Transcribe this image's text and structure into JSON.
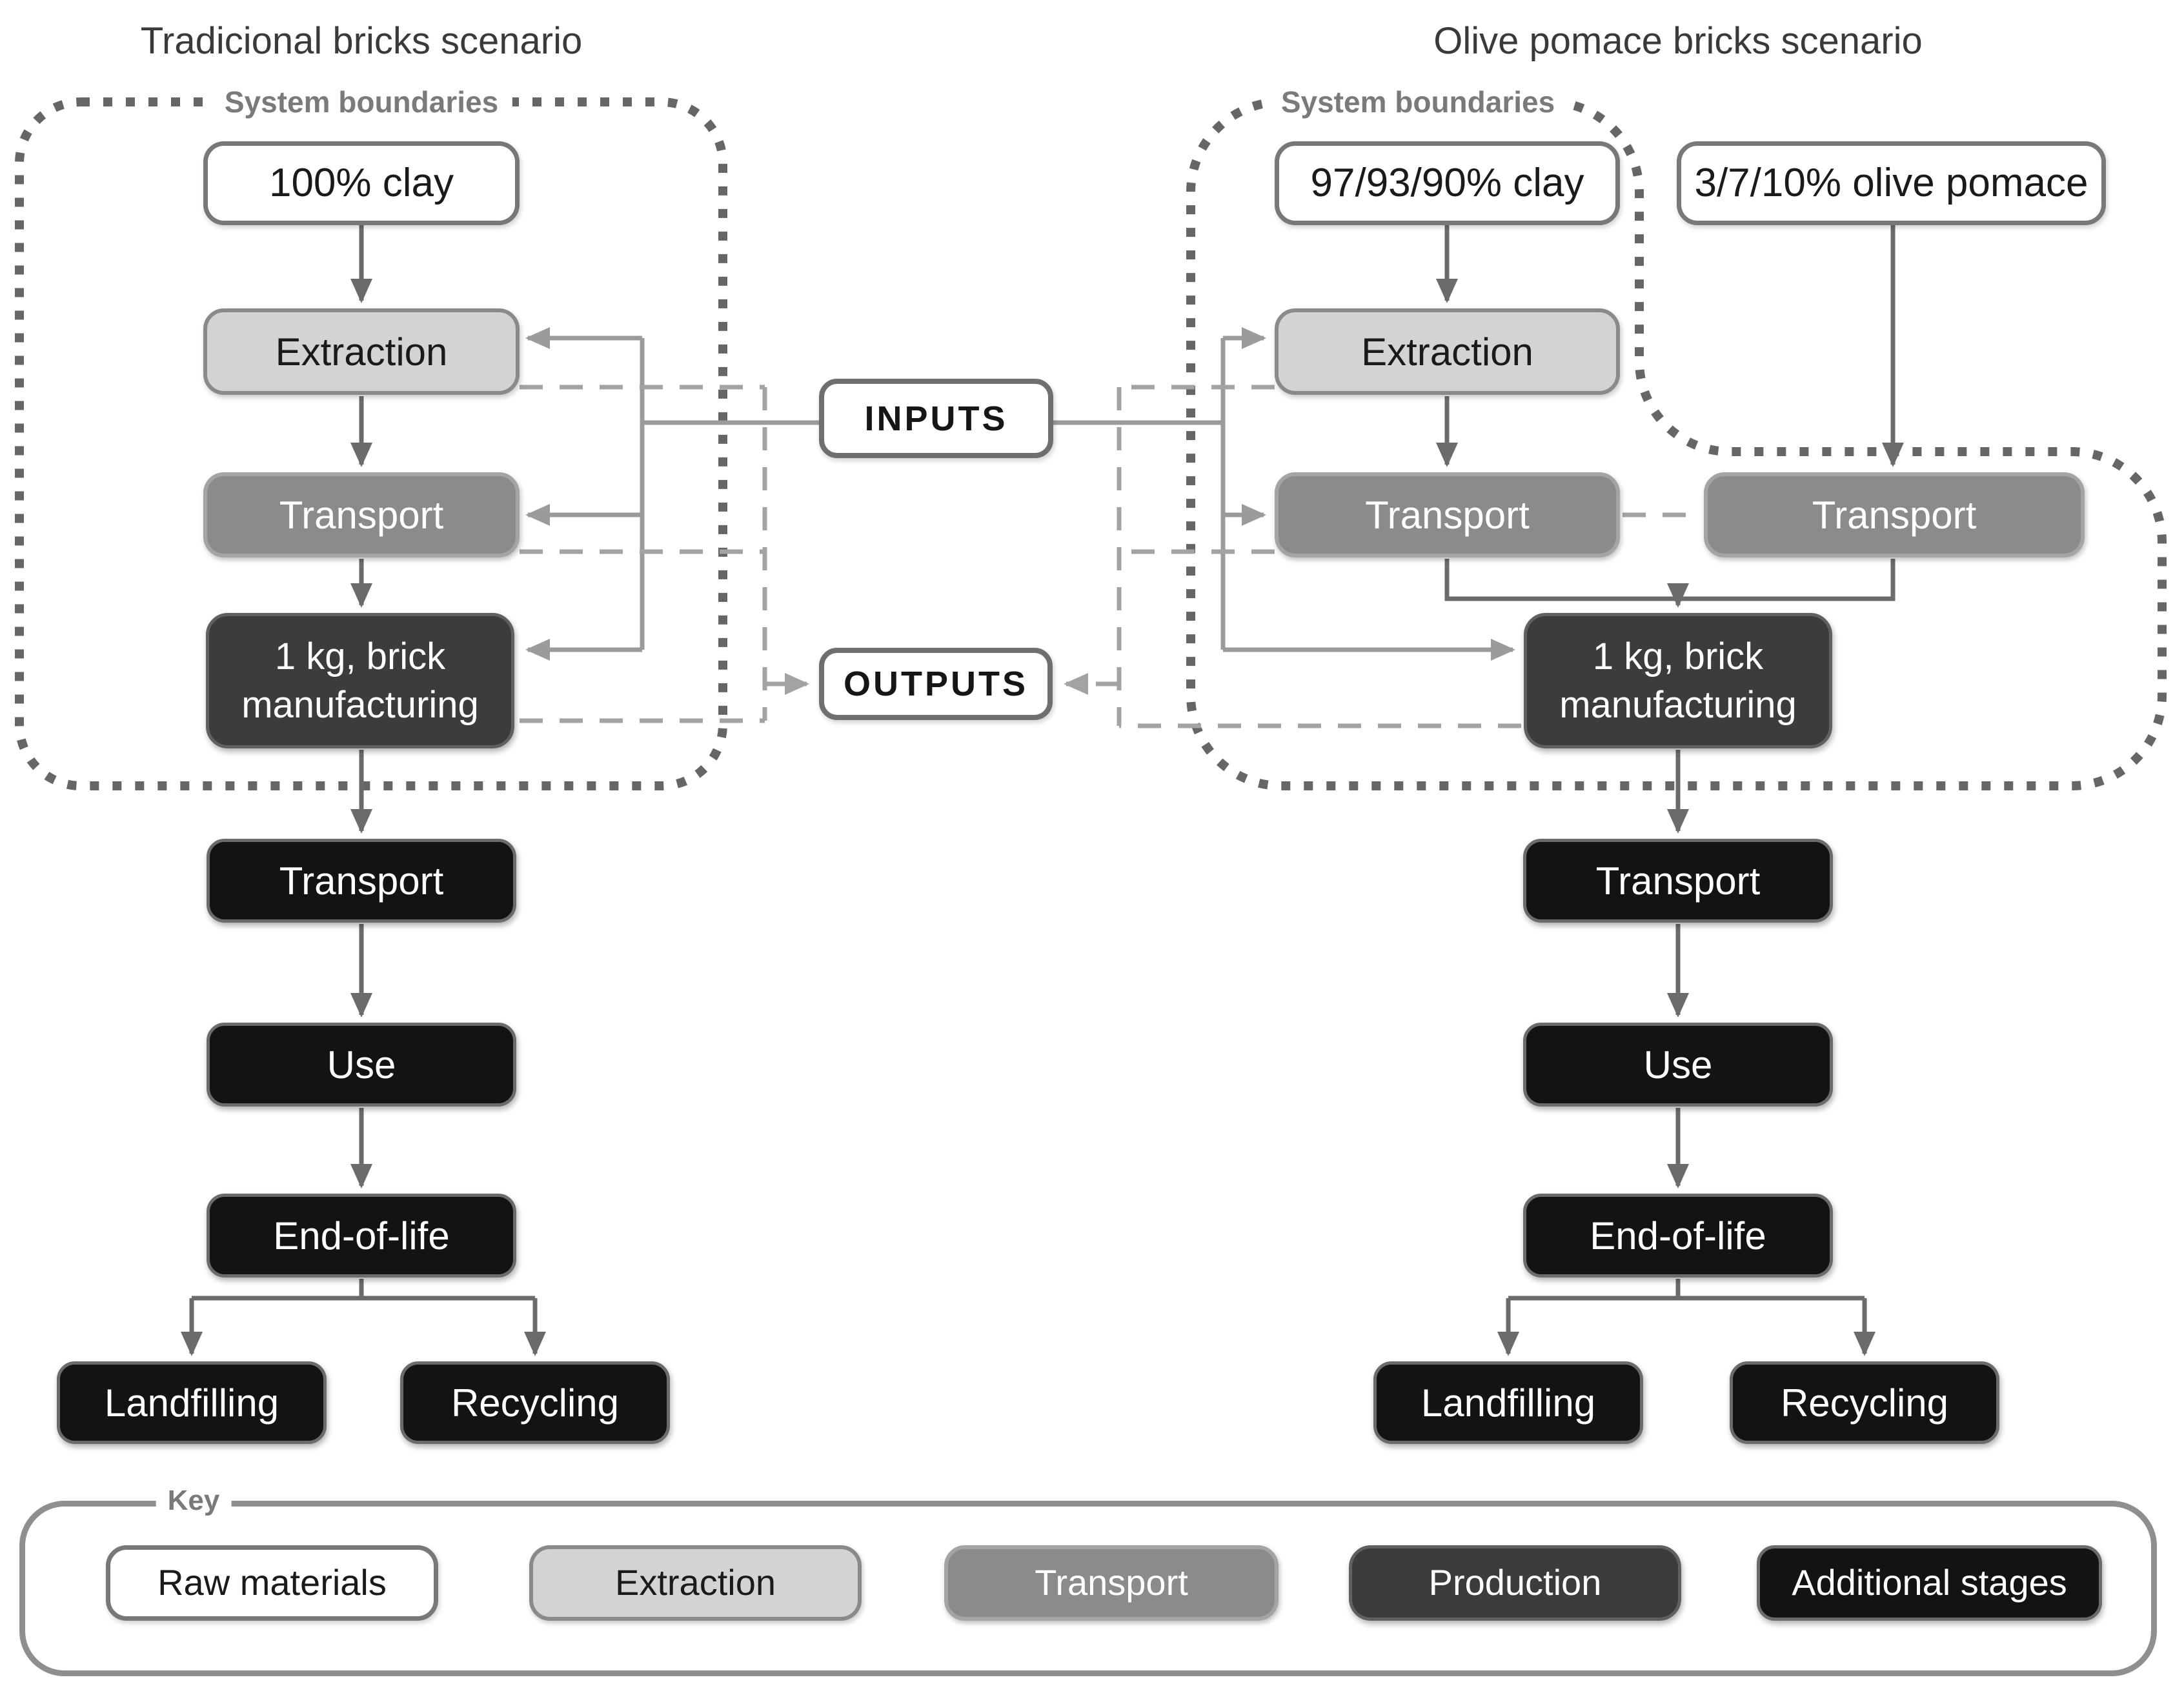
{
  "left": {
    "title": "Tradicional bricks scenario",
    "boundary": "System boundaries",
    "raw": "100% clay",
    "extraction": "Extraction",
    "transport": "Transport",
    "mfg1": "1 kg, brick",
    "mfg2": "manufacturing",
    "transport2": "Transport",
    "use": "Use",
    "eol": "End-of-life",
    "landfilling": "Landfilling",
    "recycling": "Recycling"
  },
  "right": {
    "title": "Olive pomace bricks scenario",
    "boundary": "System boundaries",
    "raw_clay": "97/93/90% clay",
    "raw_olive": "3/7/10% olive pomace",
    "extraction": "Extraction",
    "transport_clay": "Transport",
    "transport_olive": "Transport",
    "mfg1": "1 kg, brick",
    "mfg2": "manufacturing",
    "transport2": "Transport",
    "use": "Use",
    "eol": "End-of-life",
    "landfilling": "Landfilling",
    "recycling": "Recycling"
  },
  "io": {
    "inputs": "INPUTS",
    "outputs": "OUTPUTS"
  },
  "key": {
    "title": "Key",
    "items": [
      {
        "label": "Raw materials",
        "fill": "#ffffff",
        "text": "#1a1a1a"
      },
      {
        "label": "Extraction",
        "fill": "#d3d3d3",
        "text": "#1a1a1a"
      },
      {
        "label": "Transport",
        "fill": "#8b8b8b",
        "text": "#ffffff"
      },
      {
        "label": "Production",
        "fill": "#3c3c3c",
        "text": "#ffffff"
      },
      {
        "label": "Additional stages",
        "fill": "#131313",
        "text": "#ffffff"
      }
    ]
  },
  "colors": {
    "flow_line": "#6b6b6b",
    "io_line": "#9b9b9b",
    "dashed_line": "#a3a3a3",
    "boundary_dots": "#666666",
    "key_border": "#8f8f8f"
  }
}
